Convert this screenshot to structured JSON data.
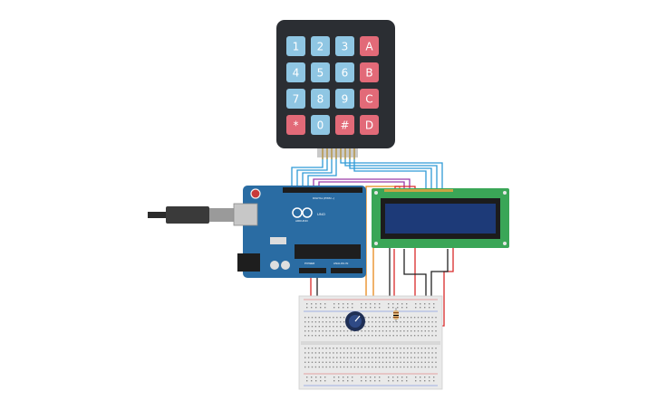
{
  "keypad": {
    "rows": [
      [
        "1",
        "2",
        "3",
        "A"
      ],
      [
        "4",
        "5",
        "6",
        "B"
      ],
      [
        "7",
        "8",
        "9",
        "C"
      ],
      [
        "*",
        "0",
        "#",
        "D"
      ]
    ],
    "number_key_color": "#8fc6e3",
    "letter_key_color": "#e26a78",
    "body_color": "#2b2e33"
  },
  "arduino": {
    "model_label": "UNO",
    "brand_label": "ARDUINO",
    "digital_label": "DIGITAL (PWM ~)",
    "power_label": "POWER",
    "analog_label": "ANALOG IN",
    "board_color": "#2a6ca3"
  },
  "lcd": {
    "pcb_color": "#3aa657",
    "screen_color": "#1d3a78"
  },
  "wire_colors": {
    "keypad": "#2f9ad6",
    "purple": "#9b3aa8",
    "orange": "#e8891b",
    "red": "#d92a2a",
    "black": "#222222"
  }
}
